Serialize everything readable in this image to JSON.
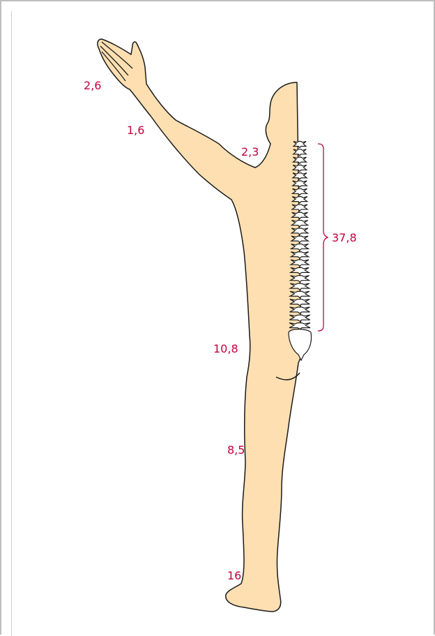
{
  "colors": {
    "skin": "#fddfb1",
    "outline": "#1a1a1a",
    "label": "#c4003c",
    "frame": "#bdbdbd"
  },
  "labels": {
    "hand": "2,6",
    "forearm": "1,6",
    "neck": "2,3",
    "spine": "37,8",
    "hip": "10,8",
    "calf": "8,5",
    "foot": "16"
  }
}
